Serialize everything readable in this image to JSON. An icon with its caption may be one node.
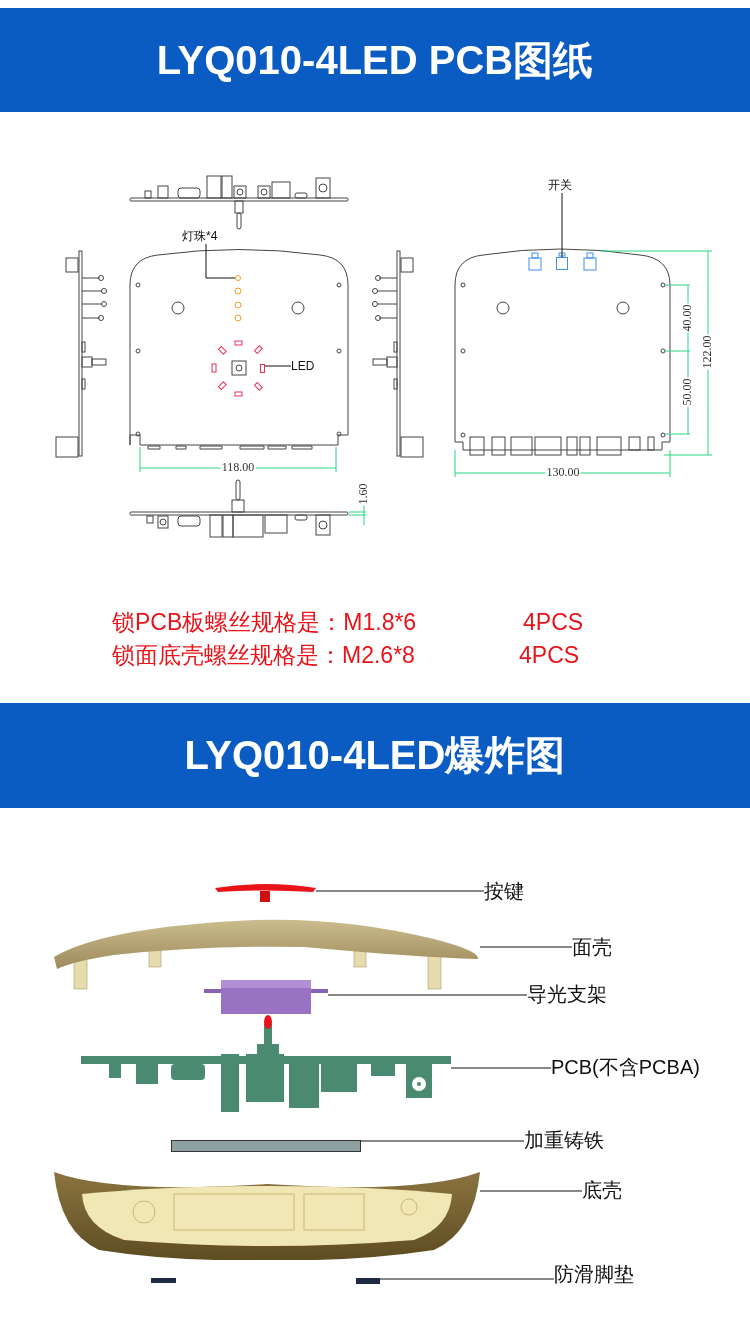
{
  "diagram": {
    "nodes": [
      {
        "text": [
          "LYQ010-4LED PCB图纸"
        ]
      },
      {
        "text": [
          "灯珠*4"
        ]
      },
      {
        "text": [],
        "shape": "circle"
      },
      {
        "text": [
          "LED"
        ]
      },
      {
        "text": [],
        "shape": "box"
      },
      {
        "text": [
          "开关"
        ]
      },
      {
        "text": [],
        "shape": "box"
      },
      {
        "text": [
          "LYQ010-4LED爆炸图"
        ]
      },
      {
        "text": [],
        "shape": "picture"
      },
      {
        "text": [
          "按键"
        ]
      },
      {
        "text": [],
        "shape": "picture"
      },
      {
        "text": [
          "面壳"
        ]
      },
      {
        "text": [],
        "shape": "picture"
      },
      {
        "text": [
          "导光支架"
        ]
      },
      {
        "text": [],
        "shape": "picture"
      },
      {
        "text": [
          "PCB(不含PCBA)"
        ]
      },
      {
        "text": [],
        "shape": "bar"
      },
      {
        "text": [
          "加重铸铁"
        ]
      },
      {
        "text": [],
        "shape": "picture"
      },
      {
        "text": [
          "底壳"
        ]
      },
      {
        "text": [],
        "shape": "bar"
      },
      {
        "text": [
          "防滑脚垫"
        ]
      }
    ],
    "edges": [
      {
        "from": 1,
        "to": 2,
        "arrow": "none"
      },
      {
        "from": 3,
        "to": 4,
        "arrow": "none"
      },
      {
        "from": 5,
        "to": 6,
        "arrow": "none"
      },
      {
        "from": 9,
        "to": 8,
        "arrow": "none"
      },
      {
        "from": 11,
        "to": 10,
        "arrow": "none"
      },
      {
        "from": 13,
        "to": 12,
        "arrow": "none"
      },
      {
        "from": 15,
        "to": 14,
        "arrow": "none"
      },
      {
        "from": 17,
        "to": 16,
        "arrow": "none"
      },
      {
        "from": 19,
        "to": 18,
        "arrow": "none"
      },
      {
        "from": 21,
        "to": 20,
        "arrow": "none"
      }
    ],
    "labels": [
      "118.00",
      "1.60",
      "130.00",
      "40.00",
      "50.00",
      "122.00",
      "锁PCB板螺丝规格是：M1.8*6",
      "4PCS",
      "锁面底壳螺丝规格是：M2.6*8",
      "4PCS"
    ]
  }
}
